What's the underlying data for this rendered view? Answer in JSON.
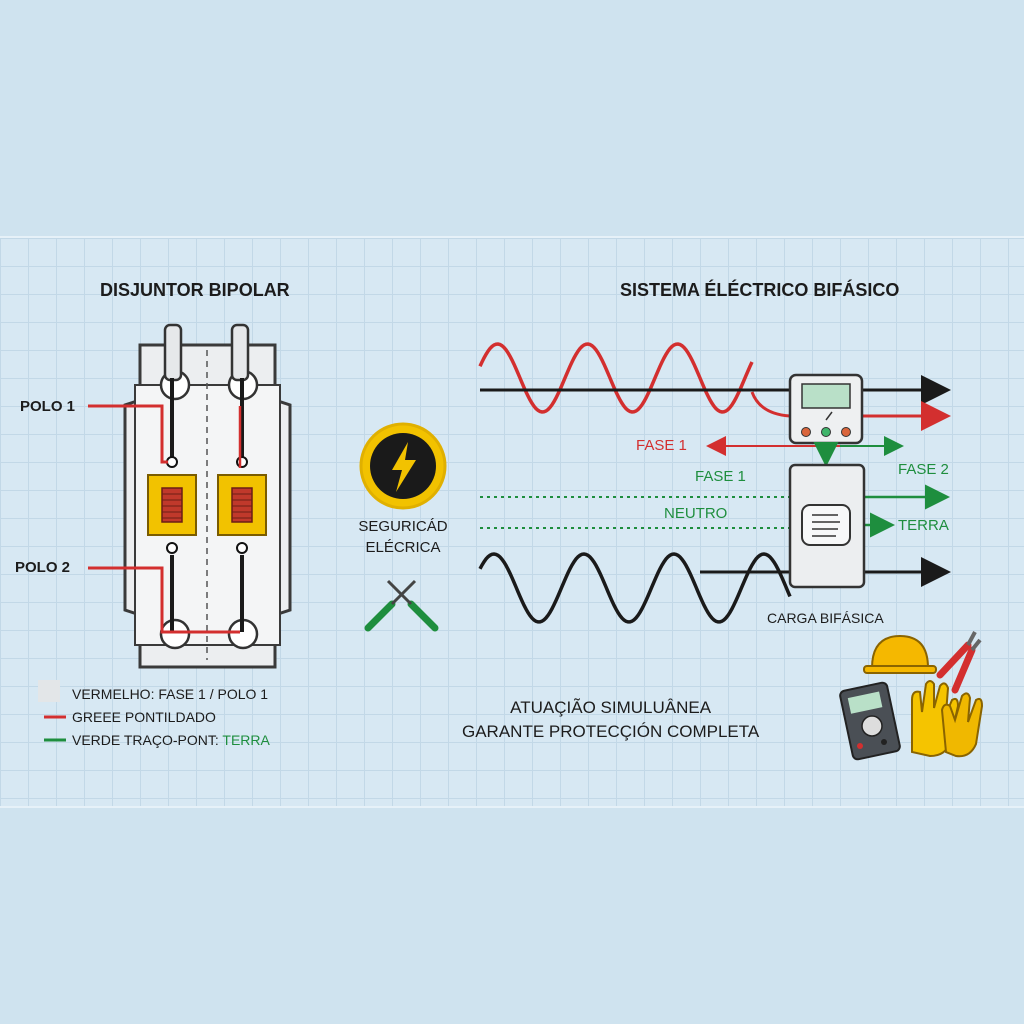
{
  "left_title": "DISJUNTOR BIPOLAR",
  "right_title": "SISTEMA ÉLÉCTRICO BIFÁSICO",
  "breaker": {
    "pole1": "POLO 1",
    "pole2": "POLO 2"
  },
  "safety": {
    "line1": "SEGURICÁD",
    "line2": "ELÉCRICA"
  },
  "legend": [
    {
      "text": "VERMELHO: FASE 1 / POLO 1",
      "color": "#e3e6e8"
    },
    {
      "text": "GREEE PONTILDADO",
      "color": "#d32f2f"
    },
    {
      "text_a": "VERDE TRAÇO-PONT: ",
      "text_b": "TERRA",
      "color": "#1e8e3e"
    }
  ],
  "system": {
    "fase1_red": "FASE 1",
    "fase1_green": "FASE 1",
    "fase2": "FASE 2",
    "neutro": "NEUTRO",
    "terra": "TERRA",
    "carga": "CARGA BIFÁSICA"
  },
  "note": {
    "line1": "ATUAÇIÃO SIMULUÂNEA",
    "line2": "GARANTE PROTECÇIÓN COMPLETA"
  },
  "colors": {
    "red": "#d32f2f",
    "green": "#1e8e3e",
    "black": "#1a1a1a",
    "yellow": "#f2c200",
    "copper": "#c0392b"
  },
  "icons": [
    "lightning-icon",
    "screwdriver-icon",
    "hard-hat-icon",
    "pliers-icon",
    "multimeter-icon",
    "gloves-icon",
    "meter-icon",
    "load-box-icon"
  ]
}
